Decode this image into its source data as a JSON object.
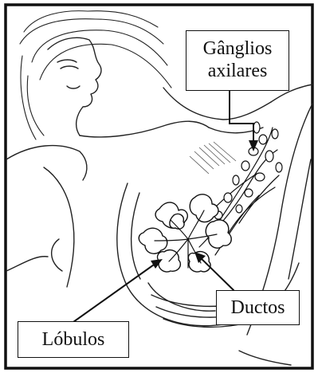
{
  "labels": {
    "ganglios_line1": "Gânglios",
    "ganglios_line2": "axilares",
    "ductos": "Ductos",
    "lobulos": "Lóbulos"
  },
  "colors": {
    "ink": "#111111",
    "background": "#ffffff"
  }
}
